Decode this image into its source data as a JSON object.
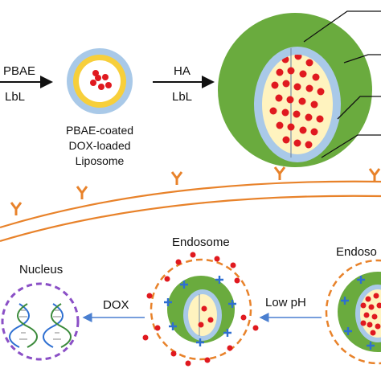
{
  "top_row": {
    "arrow1_top": "PBAE",
    "arrow1_bottom": "LbL",
    "liposome_label_lines": [
      "PBAE-coated",
      "DOX-loaded",
      "Liposome"
    ],
    "arrow2_top": "HA",
    "arrow2_bottom": "LbL"
  },
  "bottom_row": {
    "nucleus_label": "Nucleus",
    "dox_label": "DOX",
    "endosome_label": "Endosome",
    "endosome_label_right": "Endoso",
    "low_ph_label": "Low pH"
  },
  "colors": {
    "ha_green": "#6aab3e",
    "pbae_blue": "#a9c9e8",
    "core_cream": "#fff3bf",
    "lipid_yellow": "#f7cf3b",
    "dox_red": "#e0191f",
    "membrane_orange": "#e8822a",
    "endosome_orange": "#e8822a",
    "nucleus_purple": "#8a4fc6",
    "plus_blue": "#2e6fd1",
    "arrow_blue": "#4a7fd0"
  }
}
